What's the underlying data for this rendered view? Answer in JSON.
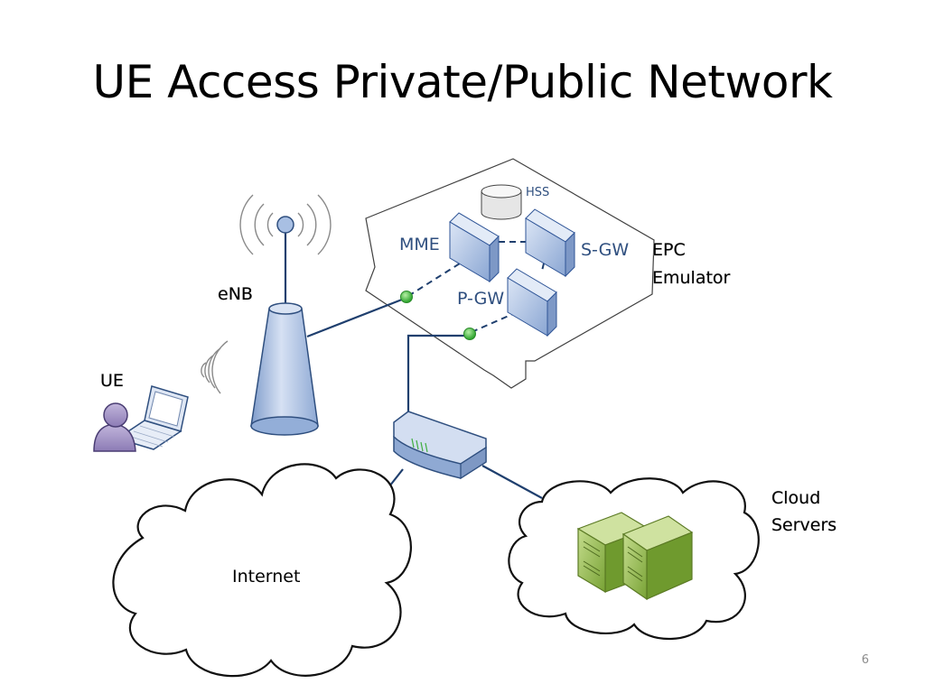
{
  "slide": {
    "title": "UE Access Private/Public Network",
    "page_number": "6"
  },
  "labels": {
    "enb": "eNB",
    "ue": "UE",
    "hss": "HSS",
    "mme": "MME",
    "sgw": "S-GW",
    "pgw": "P-GW",
    "epc_line1": "EPC",
    "epc_line2": "Emulator",
    "cloud_line1": "Cloud",
    "cloud_line2": "Servers",
    "internet": "Internet"
  },
  "colors": {
    "link": "#1f3f6e",
    "device_fill": "#b4c7e7",
    "device_stroke": "#2f5597",
    "server_green": "#8db548",
    "connector_green": "#3fbf3f",
    "person": "#9f8fc2"
  }
}
